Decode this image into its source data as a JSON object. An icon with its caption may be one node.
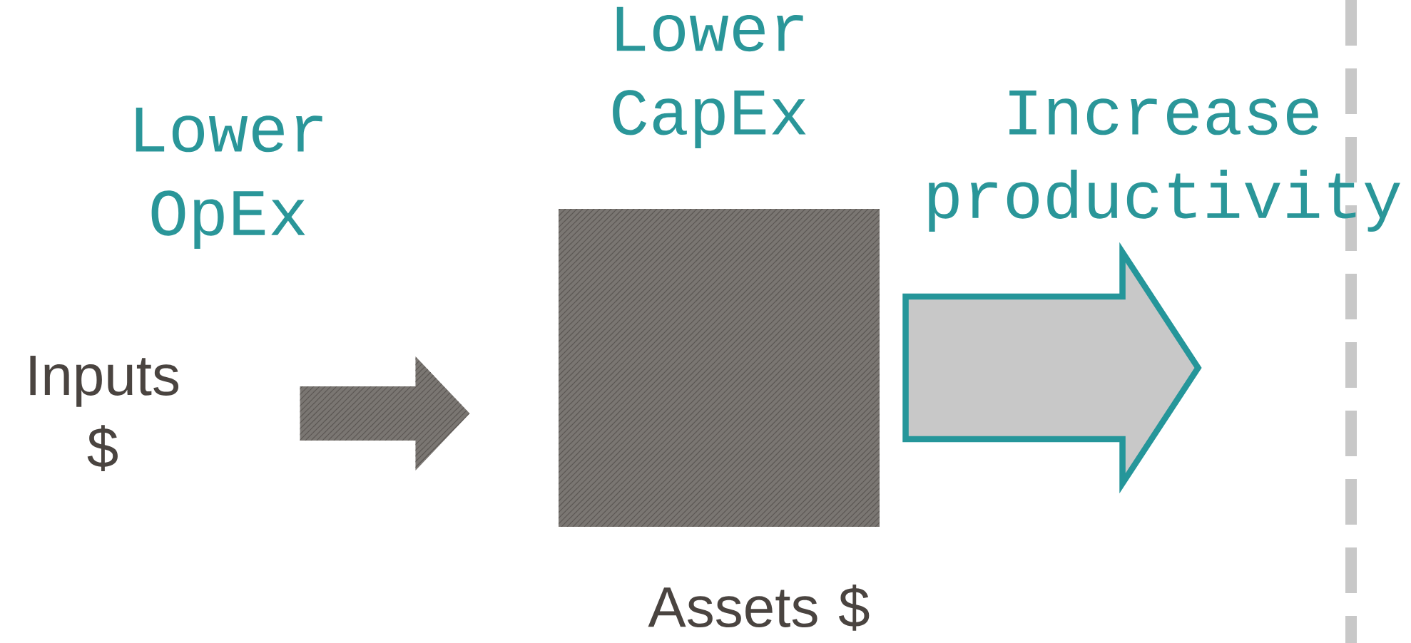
{
  "diagram": {
    "nodes": [
      {
        "text": [
          "Inputs $"
        ]
      },
      {
        "text": [],
        "shape": "box",
        "beside": [
          "Lower CapEx",
          "Assets  $"
        ]
      }
    ],
    "edges": [
      {
        "from": 0,
        "to": 1,
        "arrow": "to"
      },
      {
        "from": 1,
        "to": null,
        "arrow": "to",
        "color": "#25969a"
      }
    ],
    "labels": [
      "Lower OpEx",
      "Increase productivity"
    ]
  }
}
